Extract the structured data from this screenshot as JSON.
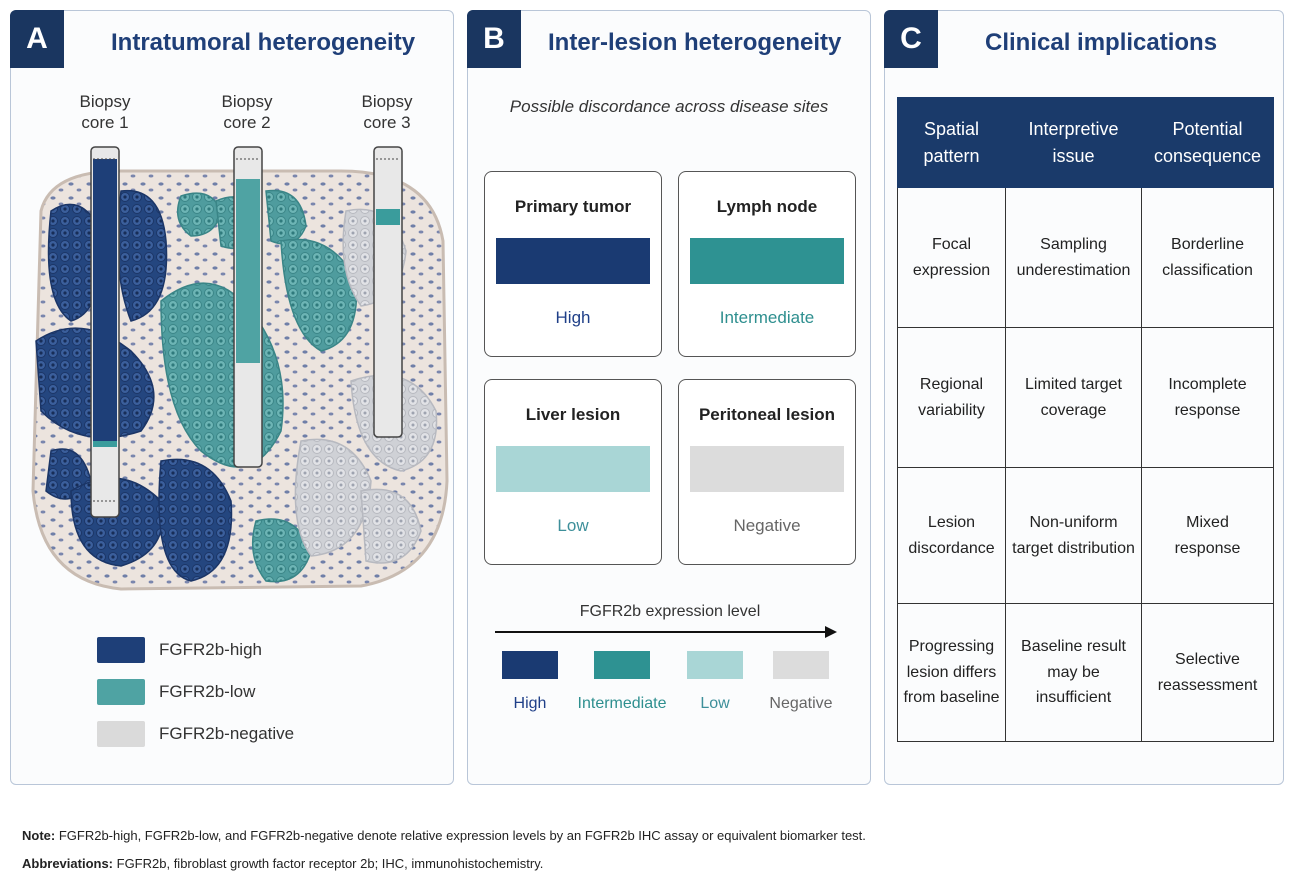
{
  "panelA": {
    "badge": "A",
    "title": "Intratumoral heterogeneity",
    "cores": [
      {
        "line1": "Biopsy",
        "line2": "core 1"
      },
      {
        "line1": "Biopsy",
        "line2": "core 2"
      },
      {
        "line1": "Biopsy",
        "line2": "core 3"
      }
    ],
    "legend": [
      {
        "label": "FGFR2b-high",
        "color": "#1e3f78"
      },
      {
        "label": "FGFR2b-low",
        "color": "#4fa3a3"
      },
      {
        "label": "FGFR2b-negative",
        "color": "#dadada"
      }
    ]
  },
  "panelB": {
    "badge": "B",
    "title": "Inter-lesion heterogeneity",
    "subtitle": "Possible discordance across disease sites",
    "sites": [
      {
        "name": "Primary tumor",
        "level": "High",
        "color": "#1a3a72",
        "text_color": "#1f3f88"
      },
      {
        "name": "Lymph node",
        "level": "Intermediate",
        "color": "#2e9292",
        "text_color": "#2e8f8f"
      },
      {
        "name": "Liver lesion",
        "level": "Low",
        "color": "#a9d6d6",
        "text_color": "#3d8f9a"
      },
      {
        "name": "Peritoneal lesion",
        "level": "Negative",
        "color": "#dcdcdc",
        "text_color": "#666666"
      }
    ],
    "scale_title": "FGFR2b expression level",
    "scale": [
      {
        "label": "High",
        "color": "#1a3a72",
        "text_color": "#1f3f88"
      },
      {
        "label": "Intermediate",
        "color": "#2e9292",
        "text_color": "#2e8f8f"
      },
      {
        "label": "Low",
        "color": "#a9d6d6",
        "text_color": "#3d8f9a"
      },
      {
        "label": "Negative",
        "color": "#dcdcdc",
        "text_color": "#666666"
      }
    ]
  },
  "panelC": {
    "badge": "C",
    "title": "Clinical implications",
    "headers": [
      {
        "l1": "Spatial",
        "l2": "pattern"
      },
      {
        "l1": "Interpretive",
        "l2": "issue"
      },
      {
        "l1": "Potential",
        "l2": "consequence"
      }
    ],
    "rows": [
      [
        [
          "Focal",
          "expression"
        ],
        [
          "Sampling",
          "underestimation"
        ],
        [
          "Borderline",
          "classification"
        ]
      ],
      [
        [
          "Regional",
          "variability"
        ],
        [
          "Limited target",
          "coverage"
        ],
        [
          "Incomplete",
          "response"
        ]
      ],
      [
        [
          "Lesion",
          "discordance"
        ],
        [
          "Non-uniform",
          "target distribution"
        ],
        [
          "Mixed",
          "response"
        ]
      ],
      [
        [
          "Progressing",
          "lesion differs",
          "from baseline"
        ],
        [
          "Baseline result",
          "may be",
          "insufficient"
        ],
        [
          "Selective",
          "reassessment"
        ]
      ]
    ]
  },
  "footnotes": {
    "note_label": "Note:",
    "note_text": " FGFR2b-high, FGFR2b-low, and FGFR2b-negative denote relative expression levels by an FGFR2b IHC assay or equivalent biomarker test.",
    "abbr_label": "Abbreviations:",
    "abbr_text": " FGFR2b, fibroblast growth factor receptor 2b; IHC, immunohistochemistry."
  }
}
